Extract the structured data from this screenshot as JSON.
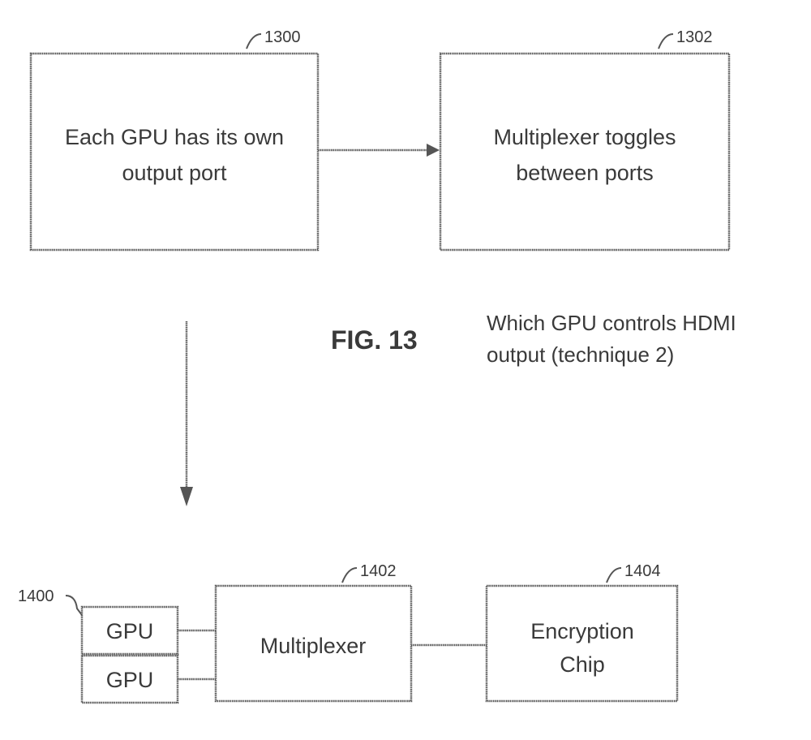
{
  "fig13": {
    "box_1300": {
      "ref": "1300",
      "lines": [
        "Each GPU has its own",
        "output port"
      ]
    },
    "box_1302": {
      "ref": "1302",
      "lines": [
        "Multiplexer toggles",
        "between ports"
      ]
    },
    "figure_label": "FIG. 13",
    "caption_lines": [
      "Which GPU controls HDMI",
      "output (technique 2)"
    ]
  },
  "fig14": {
    "gpu_ref": "1400",
    "gpu_top_label": "GPU",
    "gpu_bottom_label": "GPU",
    "multiplexer": {
      "ref": "1402",
      "label": "Multiplexer"
    },
    "encryption": {
      "ref": "1404",
      "lines": [
        "Encryption",
        "Chip"
      ]
    }
  },
  "colors": {
    "stroke": "#555555",
    "text": "#3a3a3a",
    "background": "#ffffff"
  }
}
